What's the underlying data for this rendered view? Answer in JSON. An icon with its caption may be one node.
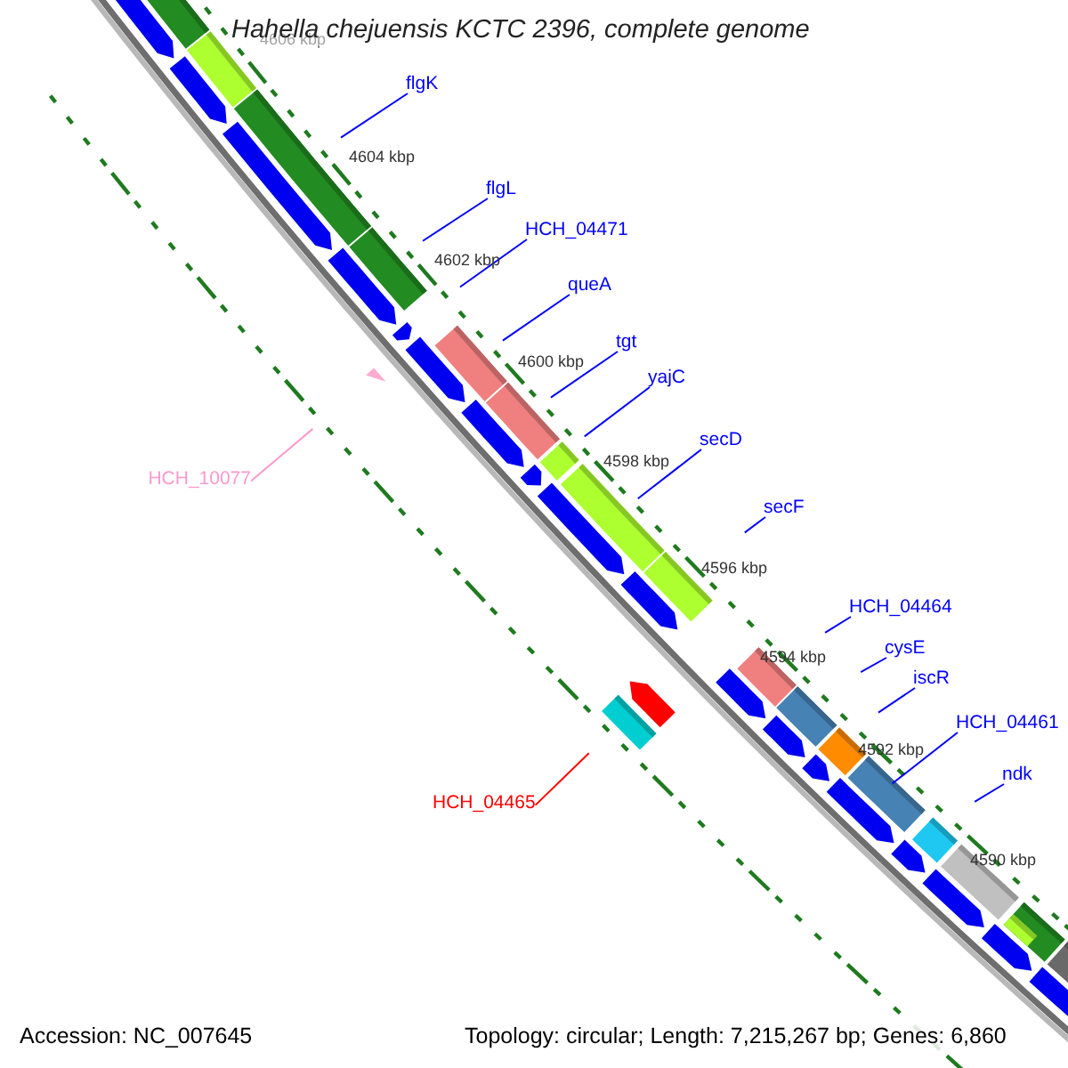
{
  "diagram": {
    "title": "Hahella chejuensis KCTC 2396, complete genome",
    "nodes": [
      {
        "text": [
          "flgK"
        ]
      },
      {
        "text": [
          "flgL"
        ]
      },
      {
        "text": [
          "HCH_04471"
        ]
      },
      {
        "text": [
          "queA"
        ]
      },
      {
        "text": [
          "tgt"
        ]
      },
      {
        "text": [
          "yajC"
        ]
      },
      {
        "text": [
          "secD"
        ]
      },
      {
        "text": [
          "HCH_10077"
        ]
      },
      {
        "text": [
          "secF"
        ]
      },
      {
        "text": [
          "HCH_04464"
        ]
      },
      {
        "text": [
          "cysE"
        ]
      },
      {
        "text": [
          "iscR"
        ]
      },
      {
        "text": [
          "HCH_04461"
        ]
      },
      {
        "text": [
          "ndk"
        ]
      },
      {
        "text": [
          "HCH_04465"
        ]
      }
    ],
    "edges": [
      {
        "from": 0,
        "to": null,
        "arrow": "none"
      },
      {
        "from": 1,
        "to": null,
        "arrow": "none"
      },
      {
        "from": 2,
        "to": null,
        "arrow": "none"
      },
      {
        "from": 3,
        "to": null,
        "arrow": "none"
      },
      {
        "from": 4,
        "to": null,
        "arrow": "none"
      },
      {
        "from": 5,
        "to": null,
        "arrow": "none"
      },
      {
        "from": 6,
        "to": null,
        "arrow": "none"
      },
      {
        "from": 7,
        "to": null,
        "arrow": "none",
        "color": "#ff99cc"
      },
      {
        "from": 8,
        "to": null,
        "arrow": "none"
      },
      {
        "from": 9,
        "to": null,
        "arrow": "none"
      },
      {
        "from": 10,
        "to": null,
        "arrow": "none"
      },
      {
        "from": 11,
        "to": null,
        "arrow": "none"
      },
      {
        "from": 12,
        "to": null,
        "arrow": "none"
      },
      {
        "from": 13,
        "to": null,
        "arrow": "none"
      },
      {
        "from": 14,
        "to": null,
        "arrow": "none",
        "color": "#ff0000"
      }
    ],
    "labels": [
      "4606 kbp",
      "4604 kbp",
      "4602 kbp",
      "4600 kbp",
      "4598 kbp",
      "4596 kbp",
      "4594 kbp",
      "4592 kbp",
      "4590 kbp",
      "Accession: NC_007645",
      "Topology: circular; Length: 7,215,267 bp; Genes: 6,860"
    ]
  }
}
